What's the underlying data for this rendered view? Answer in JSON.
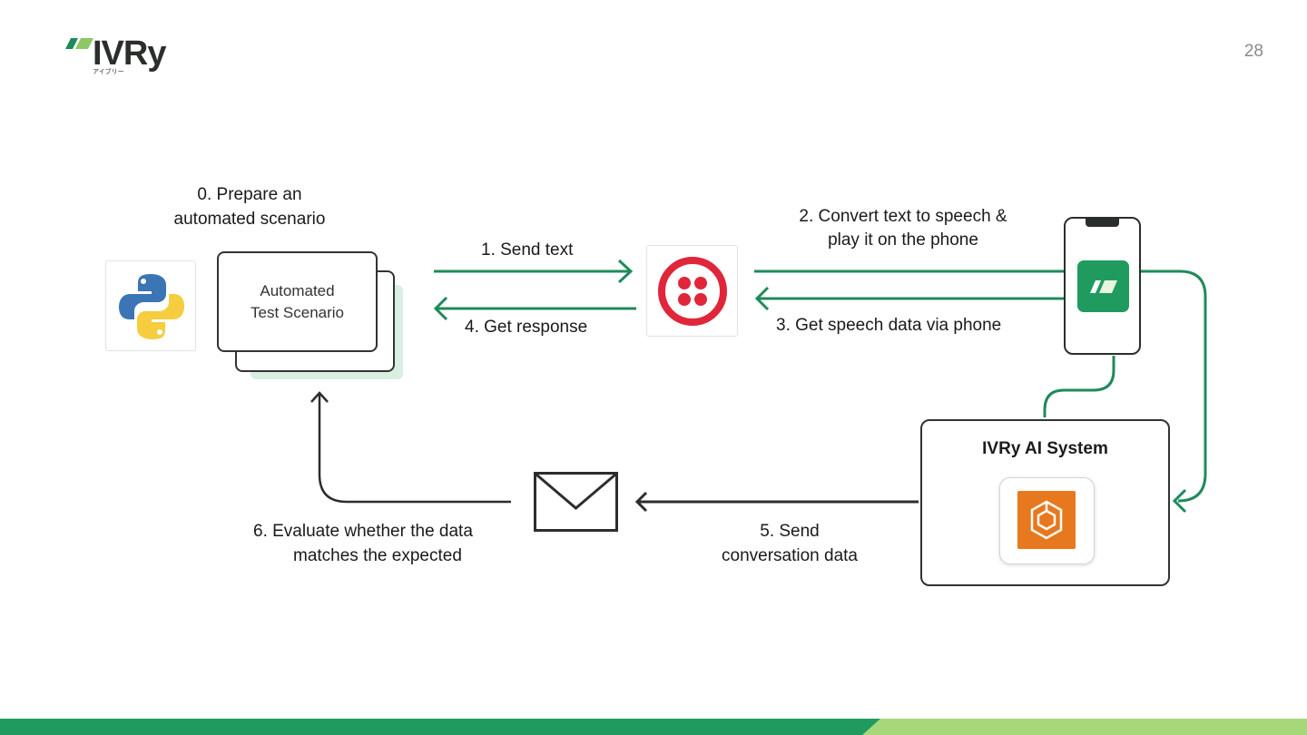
{
  "header": {
    "brand": "IVRy",
    "brand_sub": "アイブリー",
    "page_number": "28"
  },
  "colors": {
    "green_arrow": "#1f8a5b",
    "dark_arrow": "#2b2f2b",
    "twilio_red": "#e0263a",
    "aws_orange": "#e8781d",
    "brand_green": "#1f9b5f"
  },
  "diagram": {
    "step0_line1": "0. Prepare an",
    "step0_line2": "automated scenario",
    "scenario_card_line1": "Automated",
    "scenario_card_line2": "Test Scenario",
    "step1": "1. Send text",
    "step4": "4. Get response",
    "step2_line1": "2. Convert text to speech &",
    "step2_line2": "play it on the phone",
    "step3": "3. Get speech data via phone",
    "ai_system_title": "IVRy AI System",
    "step5_line1": "5. Send",
    "step5_line2": "conversation data",
    "step6_line1": "6. Evaluate whether the data",
    "step6_line2": "matches the expected",
    "icons": {
      "python": "python-logo-icon",
      "twilio": "twilio-logo-icon",
      "phone": "smartphone-icon",
      "ivry_app": "ivry-app-icon",
      "aws": "aws-ecs-icon",
      "mail": "envelope-icon"
    }
  }
}
